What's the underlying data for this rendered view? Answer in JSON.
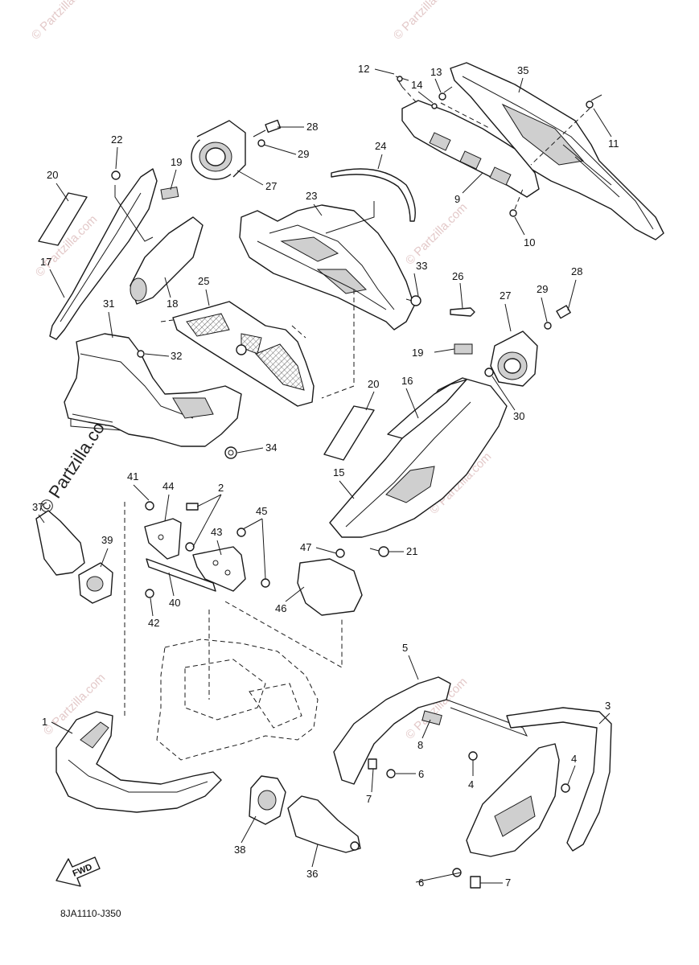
{
  "diagram": {
    "code": "8JA1110-J350",
    "direction_label": "FWD",
    "watermark_small": "© Partzilla.com",
    "watermark_big": "© Partzilla.com"
  },
  "callouts": [
    "1",
    "2",
    "3",
    "4",
    "4",
    "5",
    "6",
    "6",
    "7",
    "7",
    "8",
    "9",
    "10",
    "11",
    "12",
    "13",
    "14",
    "15",
    "16",
    "17",
    "18",
    "19",
    "19",
    "20",
    "20",
    "21",
    "22",
    "23",
    "24",
    "25",
    "26",
    "27",
    "27",
    "28",
    "28",
    "29",
    "29",
    "30",
    "31",
    "32",
    "33",
    "34",
    "35",
    "36",
    "37",
    "38",
    "39",
    "40",
    "41",
    "42",
    "43",
    "44",
    "45",
    "46",
    "47"
  ]
}
